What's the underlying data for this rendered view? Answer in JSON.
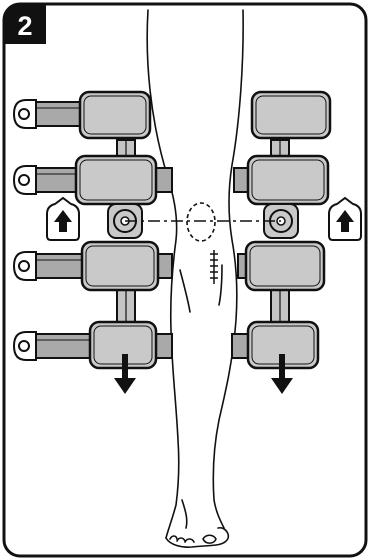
{
  "step": {
    "number": "2"
  },
  "colors": {
    "outline": "#111111",
    "pad_fill": "#c9c9c9",
    "strap_fill": "#a9a9a9",
    "bar_fill": "#c4c4c4",
    "background": "#ffffff",
    "badge": "#111111"
  },
  "icons": {
    "raise_arrow": "up-arrow-in-tag-icon",
    "lower_arrow": "down-arrow-icon",
    "hinge": "knee-hinge-icon",
    "kneecap": "dashed-kneecap-outline",
    "scar": "incision-scar-marker"
  },
  "brace_sides": [
    "left-upright",
    "right-upright"
  ],
  "straps_per_side": 4
}
